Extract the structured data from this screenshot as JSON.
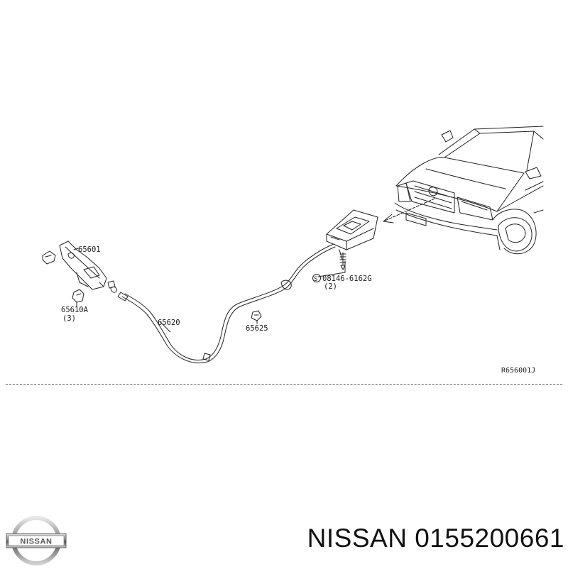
{
  "diagram": {
    "callouts": {
      "hood_lock": "65601",
      "clip": "65610A",
      "clip_qty": "(3)",
      "cable": "65620",
      "grommet": "65625",
      "bolt": "08146-6162G",
      "bolt_qty": "(2)",
      "bolt_prefix": "S"
    },
    "reference_code": "R656001J"
  },
  "footer": {
    "brand": "NISSAN",
    "part_number": "0155200661",
    "logo_text": "NISSAN"
  }
}
